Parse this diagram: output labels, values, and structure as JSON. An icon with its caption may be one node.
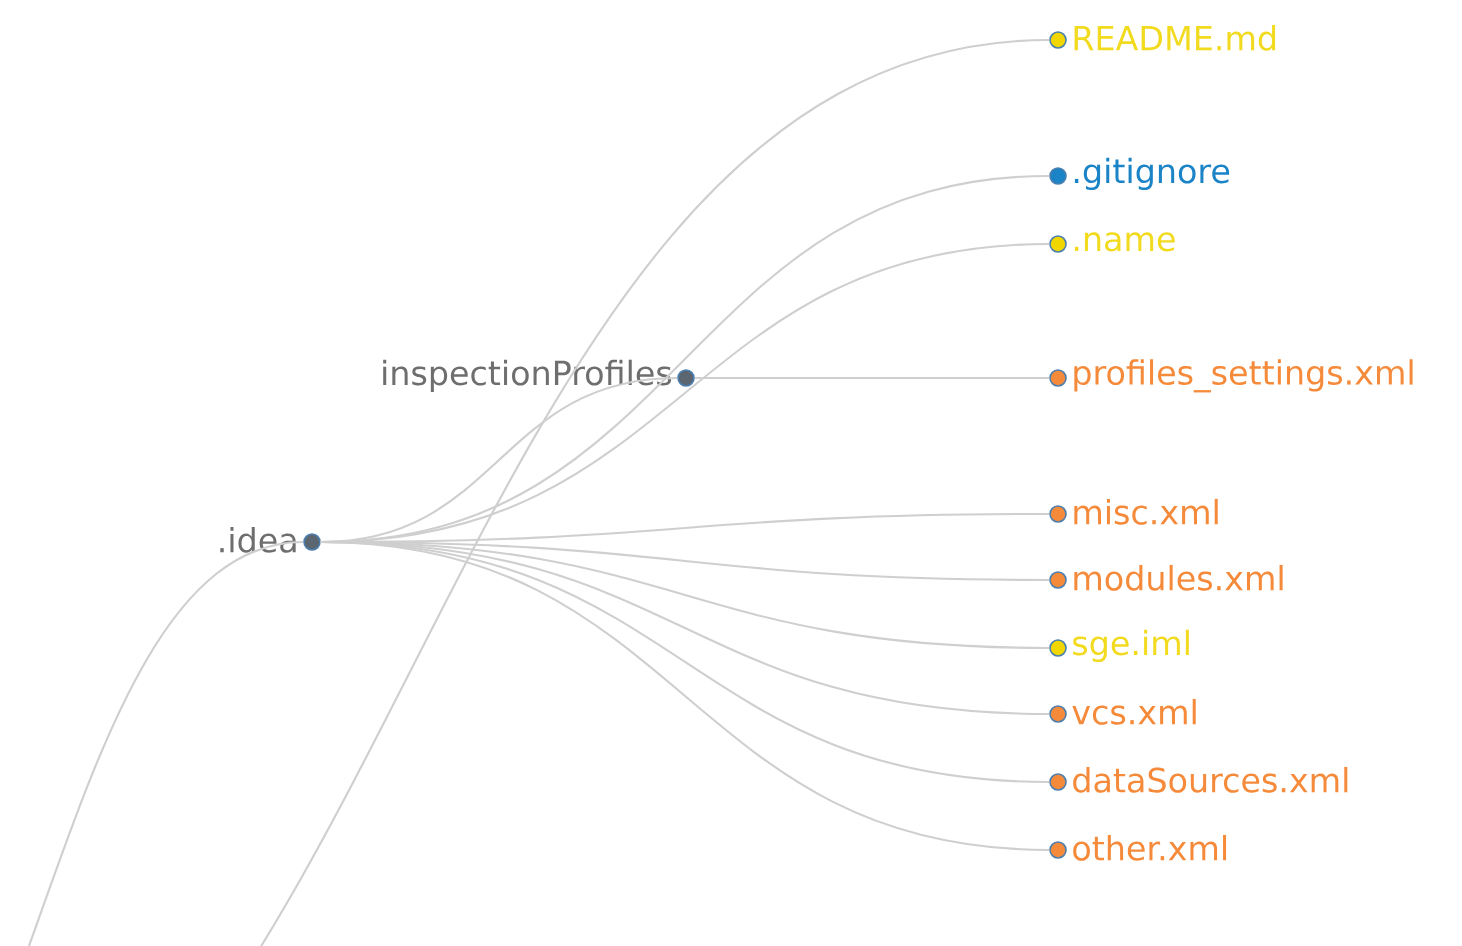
{
  "diagram": {
    "nodes": [
      {
        "text": [
          "README.md"
        ]
      },
      {
        "text": [
          ".gitignore"
        ]
      },
      {
        "text": [
          ".name"
        ]
      },
      {
        "text": [
          "inspectionProfiles"
        ]
      },
      {
        "text": [
          "profiles_settings.xml"
        ]
      },
      {
        "text": [
          ".idea"
        ]
      },
      {
        "text": [
          "misc.xml"
        ]
      },
      {
        "text": [
          "modules.xml"
        ]
      },
      {
        "text": [
          "sge.iml"
        ]
      },
      {
        "text": [
          "vcs.xml"
        ]
      },
      {
        "text": [
          "dataSources.xml"
        ]
      },
      {
        "text": [
          "other.xml"
        ]
      }
    ],
    "edges": [
      {
        "from": null,
        "to": 0,
        "arrow": "none"
      },
      {
        "from": null,
        "to": 5,
        "arrow": "none"
      },
      {
        "from": 5,
        "to": 3,
        "arrow": "none"
      },
      {
        "from": 5,
        "to": 1,
        "arrow": "none"
      },
      {
        "from": 5,
        "to": 2,
        "arrow": "none"
      },
      {
        "from": 3,
        "to": 4,
        "arrow": "none"
      },
      {
        "from": 5,
        "to": 6,
        "arrow": "none"
      },
      {
        "from": 5,
        "to": 7,
        "arrow": "none"
      },
      {
        "from": 5,
        "to": 8,
        "arrow": "none"
      },
      {
        "from": 5,
        "to": 9,
        "arrow": "none"
      },
      {
        "from": 5,
        "to": 10,
        "arrow": "none"
      },
      {
        "from": 5,
        "to": 11,
        "arrow": "none"
      }
    ]
  }
}
